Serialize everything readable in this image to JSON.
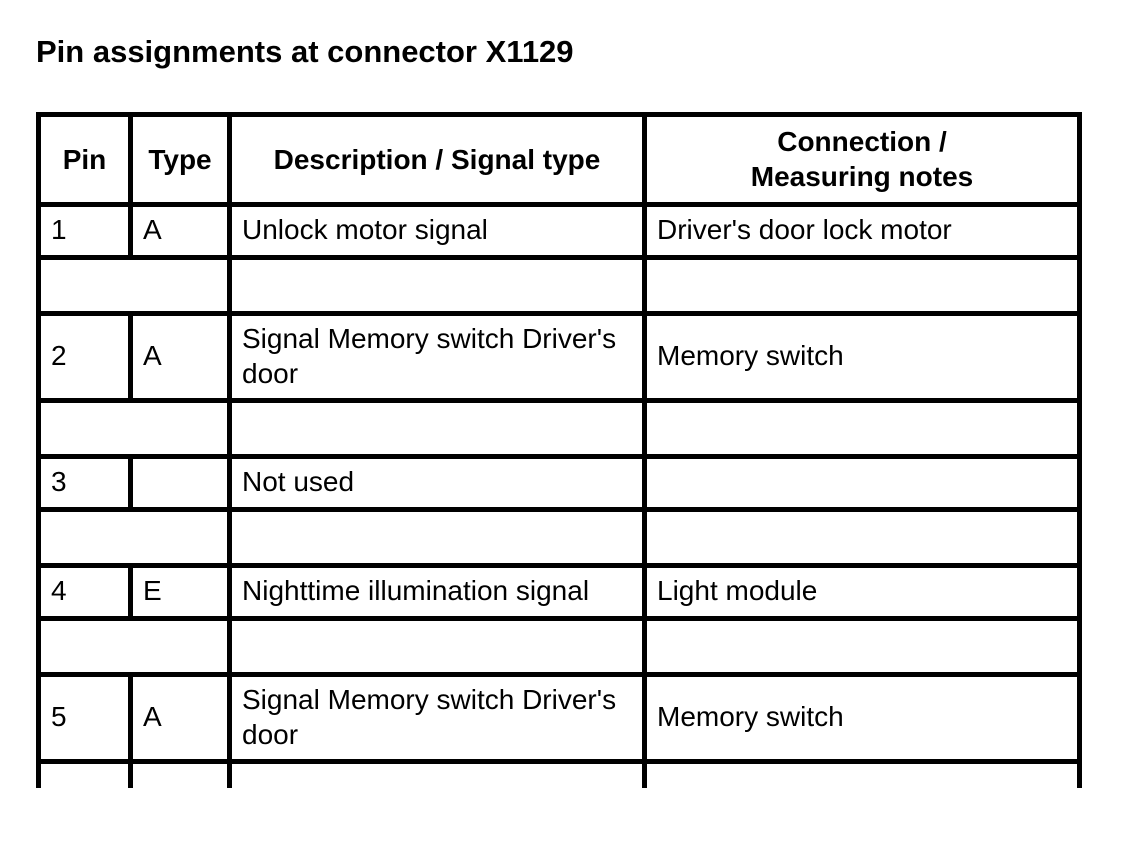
{
  "page": {
    "title": "Pin assignments at connector X1129",
    "background_color": "#ffffff",
    "text_color": "#000000",
    "table_border_color": "#000000"
  },
  "table": {
    "headers": {
      "pin": "Pin",
      "type": "Type",
      "description": "Description / Signal type",
      "connection": "Connection /\nMeasuring notes"
    },
    "rows": [
      {
        "pin": "1",
        "type": "A",
        "description": "Unlock motor signal",
        "connection": "Driver's door lock motor"
      },
      {
        "pin": "2",
        "type": "A",
        "description": "Signal Memory switch Driver's door",
        "connection": "Memory switch"
      },
      {
        "pin": "3",
        "type": "",
        "description": "Not used",
        "connection": ""
      },
      {
        "pin": "4",
        "type": "E",
        "description": "Nighttime illumination signal",
        "connection": "Light module"
      },
      {
        "pin": "5",
        "type": "A",
        "description": "Signal Memory switch Driver's door",
        "connection": "Memory switch"
      }
    ]
  }
}
